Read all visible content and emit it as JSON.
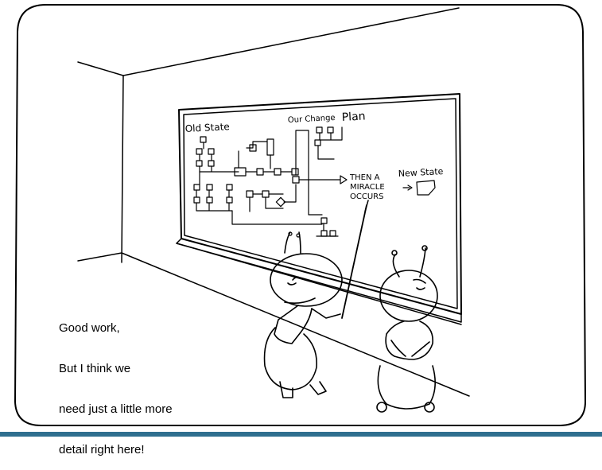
{
  "cartoon": {
    "board": {
      "old_state_label": "Old State",
      "plan_label_small": "Our Change",
      "plan_label_big": "Plan",
      "new_state_label": "New State",
      "miracle_line1": "THEN A",
      "miracle_line2": "MIRACLE",
      "miracle_line3": "OCCURS"
    },
    "caption_lines": [
      "Good work,",
      "But I think we",
      "need just a little more",
      "detail right here!"
    ]
  },
  "colors": {
    "ink": "#000000",
    "paper": "#ffffff",
    "bottom_bar": "#2f6f8f"
  }
}
